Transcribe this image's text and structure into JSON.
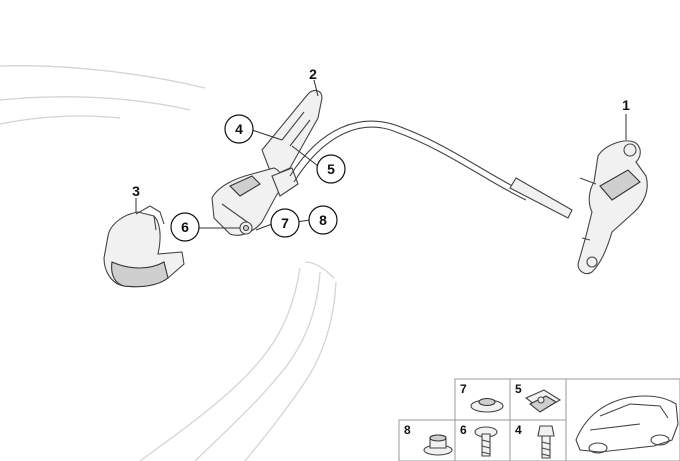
{
  "callouts": {
    "c1": "1",
    "c2": "2",
    "c3": "3",
    "c4": "4",
    "c5": "5",
    "c6": "6",
    "c7": "7",
    "c8": "8"
  },
  "legend": {
    "top": {
      "k7": "7",
      "k5": "5"
    },
    "bottom": {
      "k8": "8",
      "k6": "6",
      "k4": "4"
    }
  }
}
